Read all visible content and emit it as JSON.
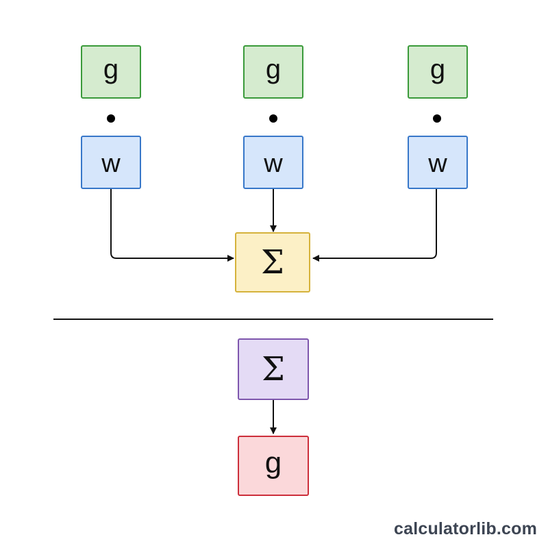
{
  "colors": {
    "g_top_fill": "#d5ebcf",
    "g_top_border": "#3a9a3a",
    "w_fill": "#d6e6fb",
    "w_border": "#3777c9",
    "sum_yellow_fill": "#fcf0c6",
    "sum_yellow_border": "#d5b23b",
    "sum_purple_fill": "#e4dbf5",
    "sum_purple_border": "#7e56ad",
    "g_out_fill": "#fbd8da",
    "g_out_border": "#cc2e3a",
    "connector": "#111111",
    "brand_text": "#3d4553"
  },
  "top": {
    "columns": [
      {
        "g_label": "g",
        "w_label": "w"
      },
      {
        "g_label": "g",
        "w_label": "w"
      },
      {
        "g_label": "g",
        "w_label": "w"
      }
    ],
    "sum_label": "Σ"
  },
  "bottom": {
    "sum_label": "Σ",
    "g_label": "g"
  },
  "brand": {
    "text": "calculatorlib.com"
  }
}
